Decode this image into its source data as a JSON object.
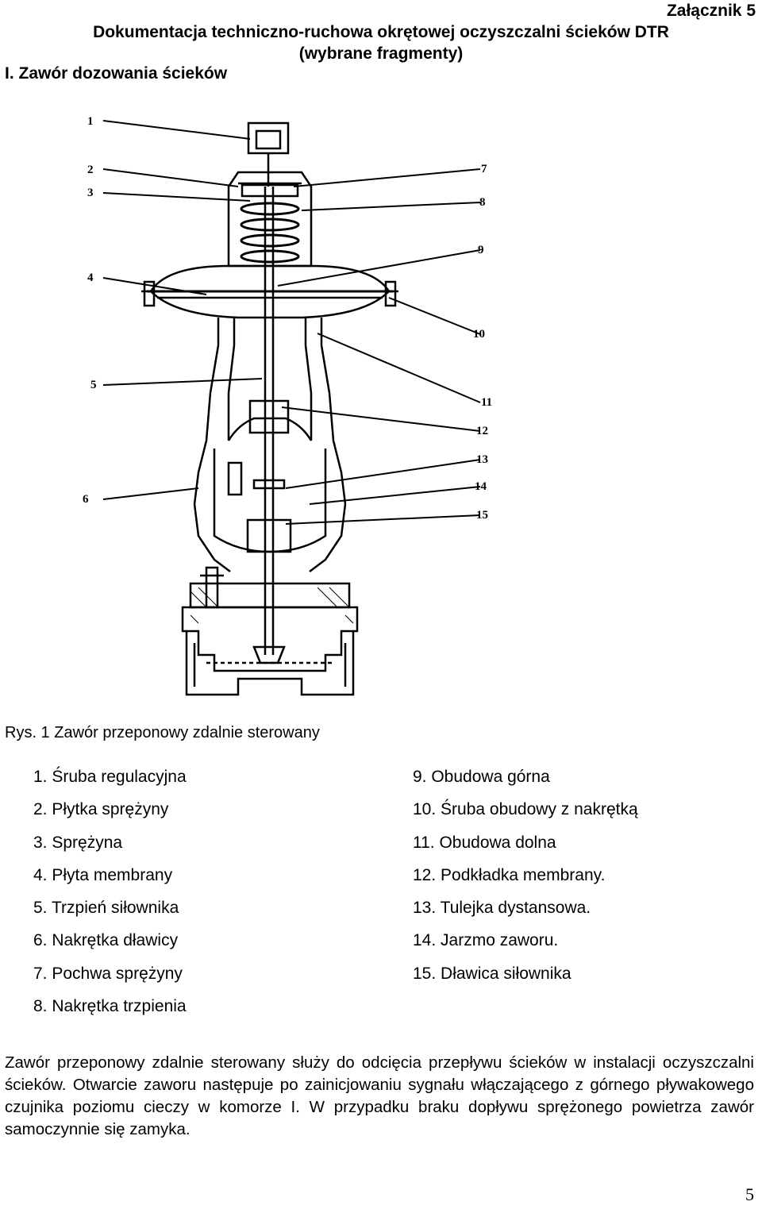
{
  "header": {
    "annex": "Załącznik 5",
    "title_line1": "Dokumentacja techniczno-ruchowa okrętowej oczyszczalni ścieków DTR",
    "title_line2": "(wybrane fragmenty)",
    "section": "I. Zawór dozowania ścieków"
  },
  "figure": {
    "labels": [
      "1",
      "2",
      "3",
      "4",
      "5",
      "6",
      "7",
      "8",
      "9",
      "10",
      "11",
      "12",
      "13",
      "14",
      "15"
    ]
  },
  "caption": "Rys. 1 Zawór przeponowy zdalnie sterowany",
  "parts_left": [
    "1. Śruba regulacyjna",
    "2. Płytka sprężyny",
    "3. Sprężyna",
    "4. Płyta membrany",
    "5. Trzpień siłownika",
    "6. Nakrętka dławicy",
    "7. Pochwa sprężyny",
    "8. Nakrętka trzpienia"
  ],
  "parts_right": [
    "9. Obudowa górna",
    "10. Śruba obudowy z nakrętką",
    "11. Obudowa dolna",
    "12. Podkładka membrany.",
    "13. Tulejka dystansowa.",
    "14. Jarzmo zaworu.",
    "15. Dławica siłownika"
  ],
  "description": "Zawór przeponowy zdalnie sterowany służy do odcięcia przepływu ścieków w instalacji oczyszczalni ścieków. Otwarcie zaworu następuje po zainicjowaniu sygnału włączającego z górnego pływakowego czujnika poziomu cieczy w komorze I. W przypadku braku dopływu sprężonego powietrza zawór samoczynnie się zamyka.",
  "page_number": "5"
}
